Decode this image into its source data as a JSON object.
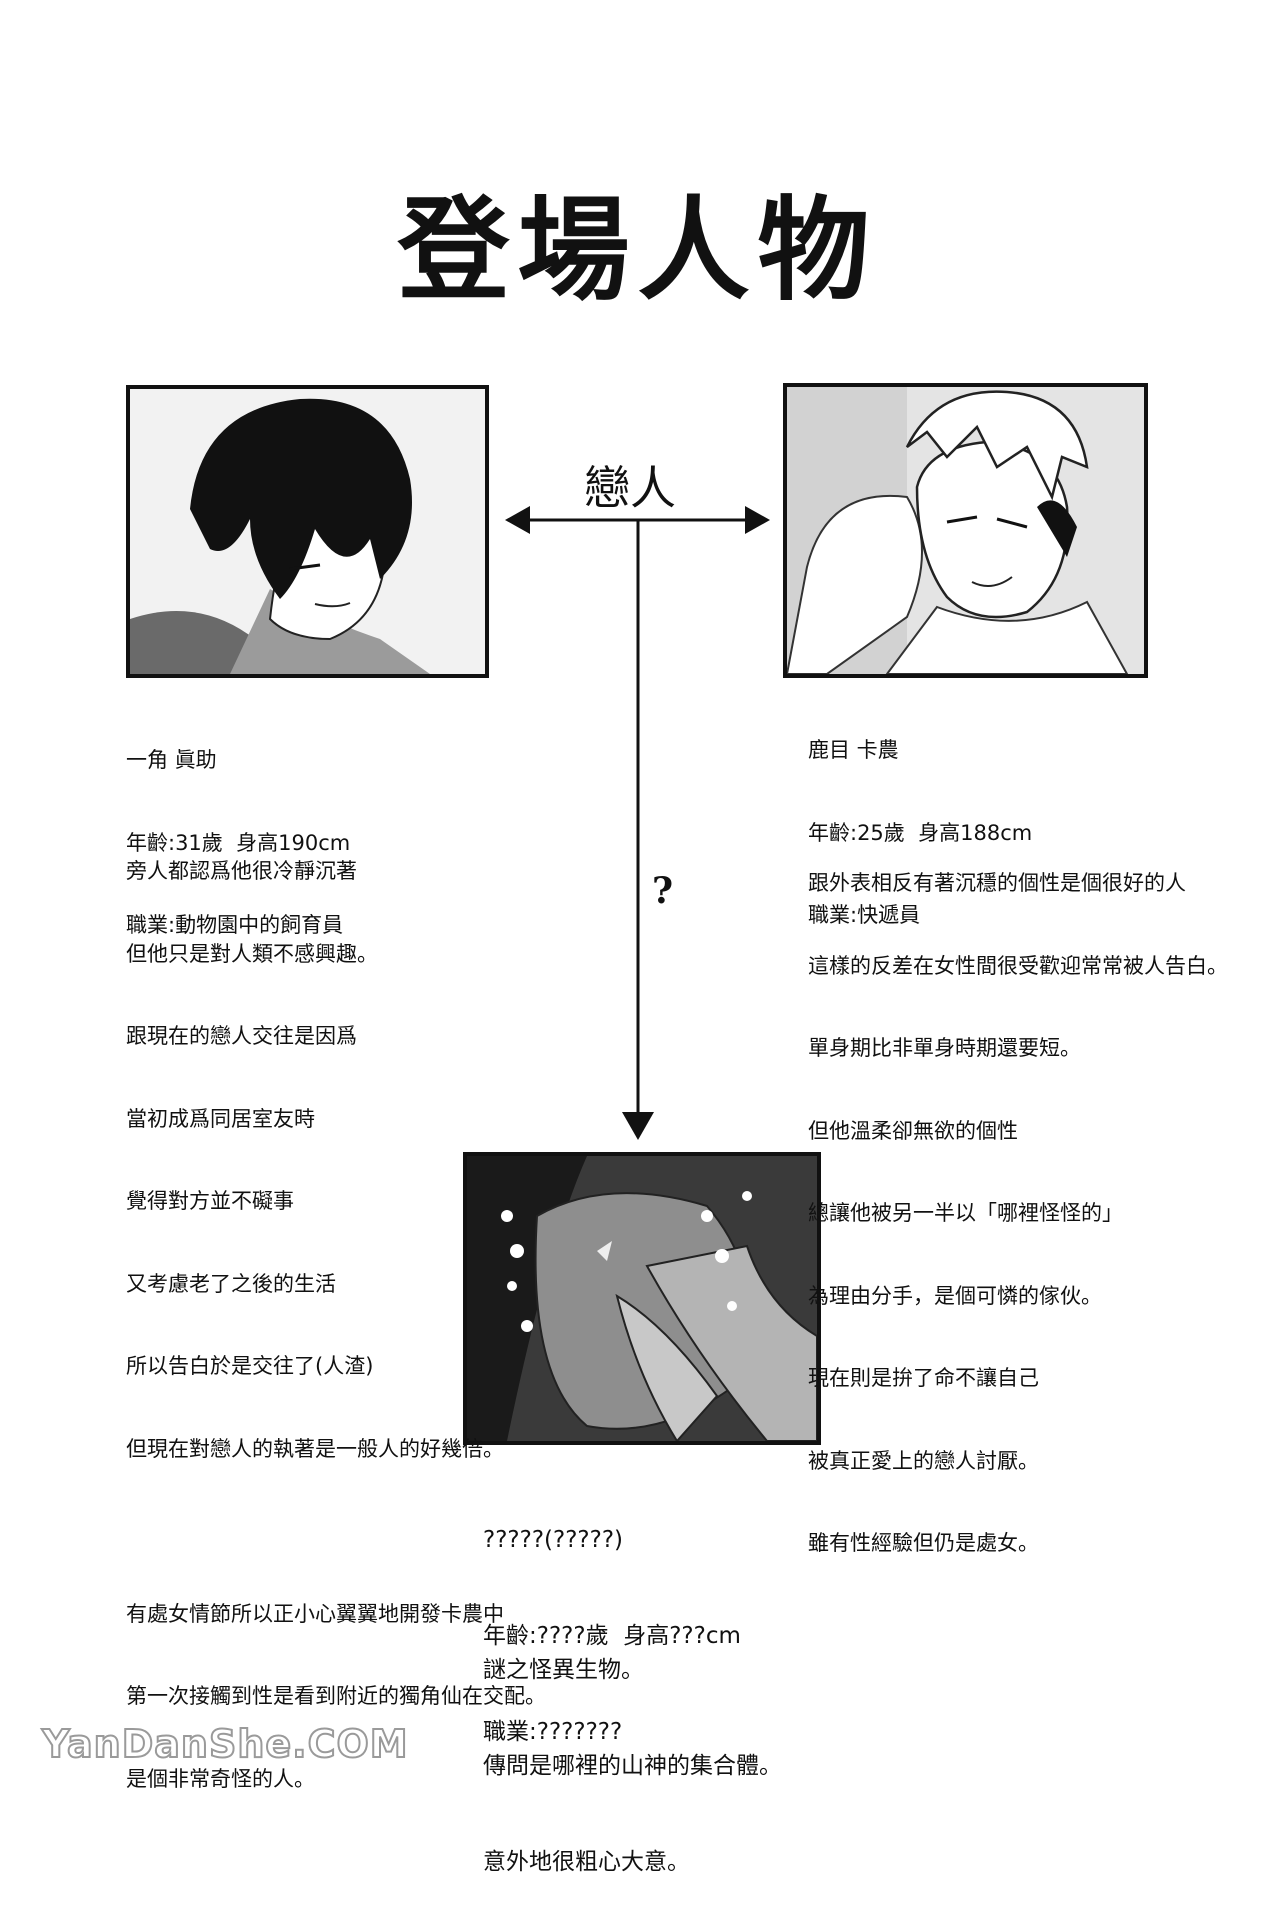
{
  "page": {
    "title": "登場人物"
  },
  "relation": {
    "lovers_label": "戀人",
    "unknown_label": "?"
  },
  "character1": {
    "name": "一角 眞助",
    "age_height": "年齡:31歲  身高190cm",
    "job": "職業:動物園中的飼育員",
    "desc": [
      "旁人都認爲他很冷靜沉著",
      "但他只是對人類不感興趣。",
      "跟現在的戀人交往是因爲",
      "當初成爲同居室友時",
      "覺得對方並不礙事",
      "又考慮老了之後的生活",
      "所以告白於是交往了(人渣)",
      "但現在對戀人的執著是一般人的好幾倍。",
      "",
      "有處女情節所以正小心翼翼地開發卡農中",
      "第一次接觸到性是看到附近的獨角仙在交配。",
      "是個非常奇怪的人。"
    ]
  },
  "character2": {
    "name": "鹿目 卡農",
    "age_height": "年齡:25歲  身高188cm",
    "job": "職業:快遞員",
    "desc": [
      "跟外表相反有著沉穩的個性是個很好的人",
      "這樣的反差在女性間很受歡迎常常被人告白。",
      "單身期比非單身時期還要短。",
      "但他溫柔卻無欲的個性",
      "總讓他被另一半以「哪裡怪怪的」",
      "為理由分手，是個可憐的傢伙。",
      "現在則是拚了命不讓自己",
      "被真正愛上的戀人討厭。",
      "雖有性經驗但仍是處女。"
    ]
  },
  "character3": {
    "name": "?????(?????)",
    "age_height": "年齡:????歲  身高???cm",
    "job": "職業:???????",
    "desc": [
      "謎之怪異生物。",
      "傳問是哪裡的山神的集合體。",
      "意外地很粗心大意。"
    ]
  },
  "watermark": "YanDanShe.COM",
  "colors": {
    "ink": "#111111",
    "paper": "#ffffff",
    "screentone": "#8a8a8a"
  }
}
